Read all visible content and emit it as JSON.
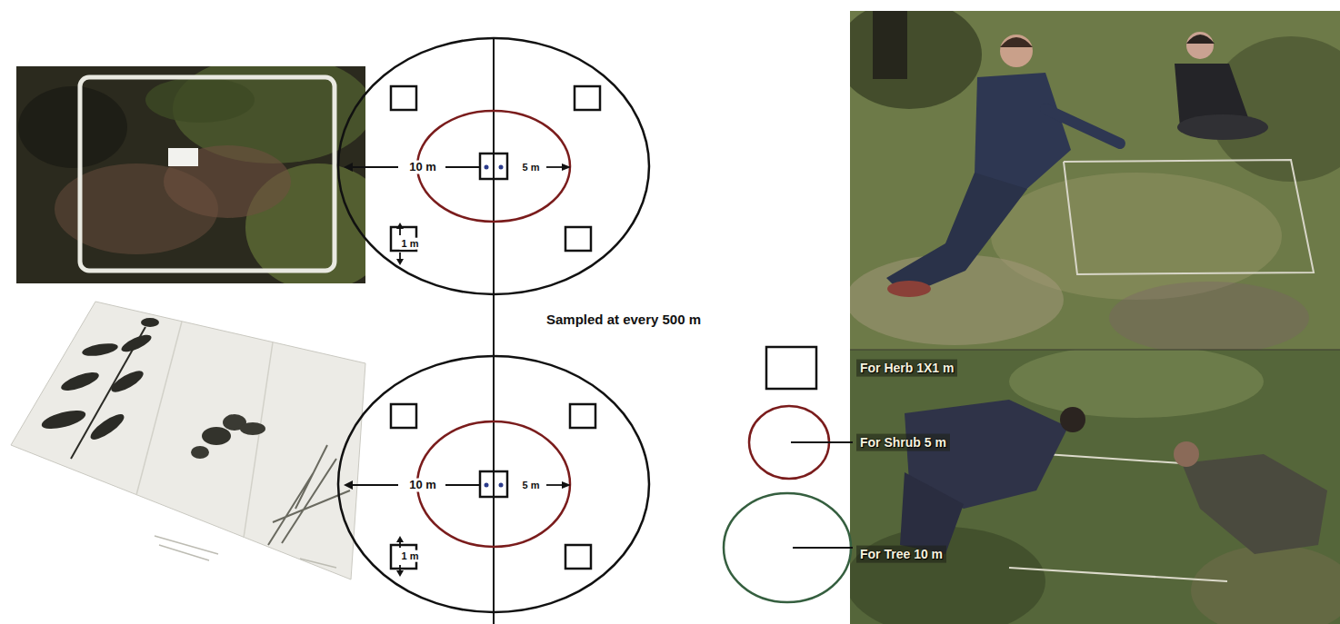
{
  "diagram": {
    "labels": [
      "10 m",
      "5 m",
      "1 m",
      "Sampled at every 500 m",
      "10 m",
      "5 m",
      "1 m"
    ],
    "legend": [
      {
        "text": "For Herb 1X1 m"
      },
      {
        "text": "For Shrub 5 m"
      },
      {
        "text": "For Tree 10 m"
      }
    ]
  }
}
